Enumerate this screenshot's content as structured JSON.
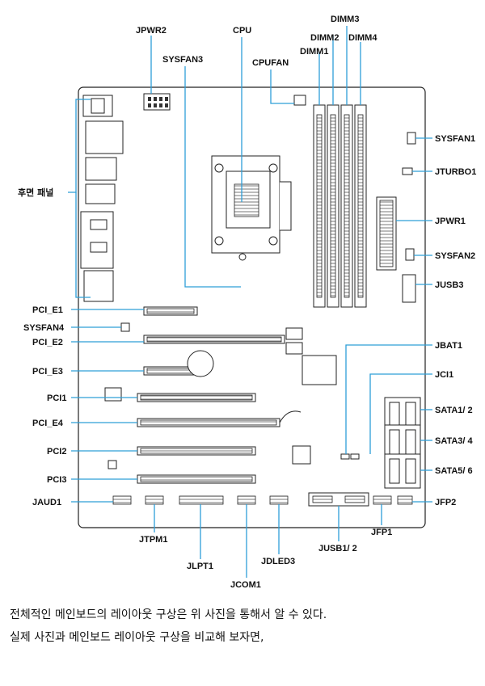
{
  "labels": {
    "jpwr2": "JPWR2",
    "cpu": "CPU",
    "dimm3": "DIMM3",
    "dimm2": "DIMM2",
    "dimm4": "DIMM4",
    "dimm1": "DIMM1",
    "sysfan3": "SYSFAN3",
    "cpufan": "CPUFAN",
    "rear_panel": "후면 패널",
    "sysfan1": "SYSFAN1",
    "jturbo1": "JTURBO1",
    "jpwr1": "JPWR1",
    "sysfan2": "SYSFAN2",
    "jusb3": "JUSB3",
    "pci_e1": "PCI_E1",
    "sysfan4": "SYSFAN4",
    "pci_e2": "PCI_E2",
    "jbat1": "JBAT1",
    "pci_e3": "PCI_E3",
    "jci1": "JCI1",
    "pci1": "PCI1",
    "sata12": "SATA1/ 2",
    "pci_e4": "PCI_E4",
    "sata34": "SATA3/ 4",
    "pci2": "PCI2",
    "sata56": "SATA5/ 6",
    "pci3": "PCI3",
    "jaud1": "JAUD1",
    "jfp2": "JFP2",
    "jtpm1": "JTPM1",
    "jfp1": "JFP1",
    "jusb12": "JUSB1/ 2",
    "jlpt1": "JLPT1",
    "jdled3": "JDLED3",
    "jcom1": "JCOM1"
  },
  "caption": {
    "line1": "전체적인 메인보드의 레이아웃 구상은 위 사진을 통해서 알 수 있다.",
    "line2": "실제 사진과 메인보드 레이아웃 구상을 비교해 보자면,"
  },
  "colors": {
    "leader": "#2e9fd8",
    "outline": "#222222"
  }
}
